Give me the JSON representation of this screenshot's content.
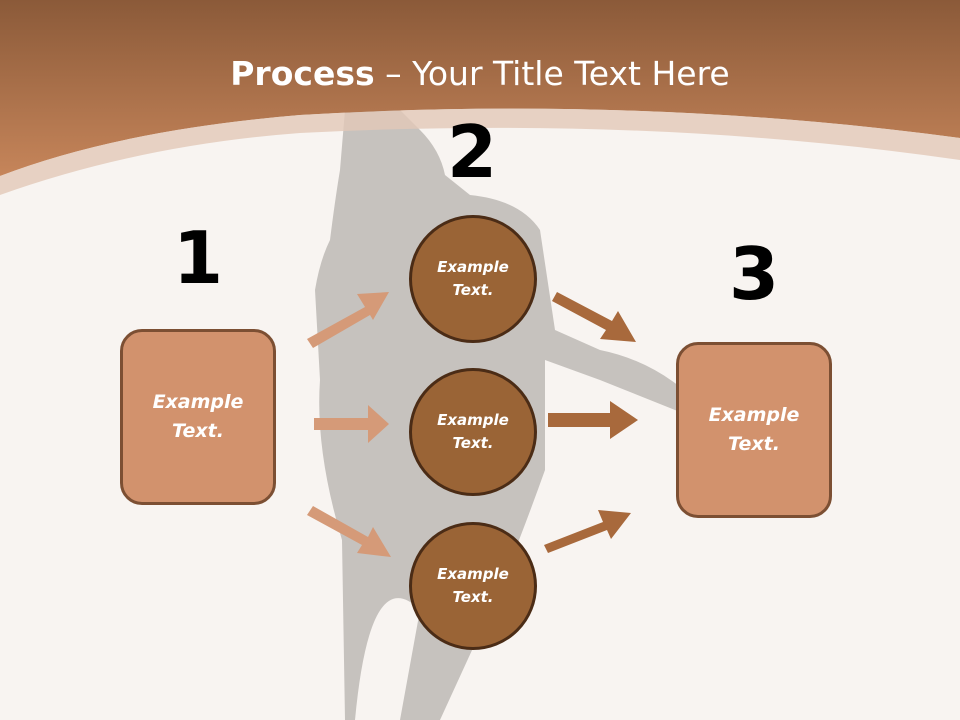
{
  "title": {
    "bold": "Process",
    "rest": " – Your Title Text Here"
  },
  "steps": {
    "one": "1",
    "two": "2",
    "three": "3"
  },
  "boxes": {
    "left": "Example\nText.",
    "right": "Example\nText."
  },
  "circles": {
    "top": "Example\nText.",
    "middle": "Example\nText.",
    "bottom": "Example\nText."
  },
  "colors": {
    "header": "#b9784f",
    "box": "#d2926d",
    "circle": "#9a6436",
    "arrow_light": "#d59a78",
    "arrow_dark": "#a8693c"
  }
}
